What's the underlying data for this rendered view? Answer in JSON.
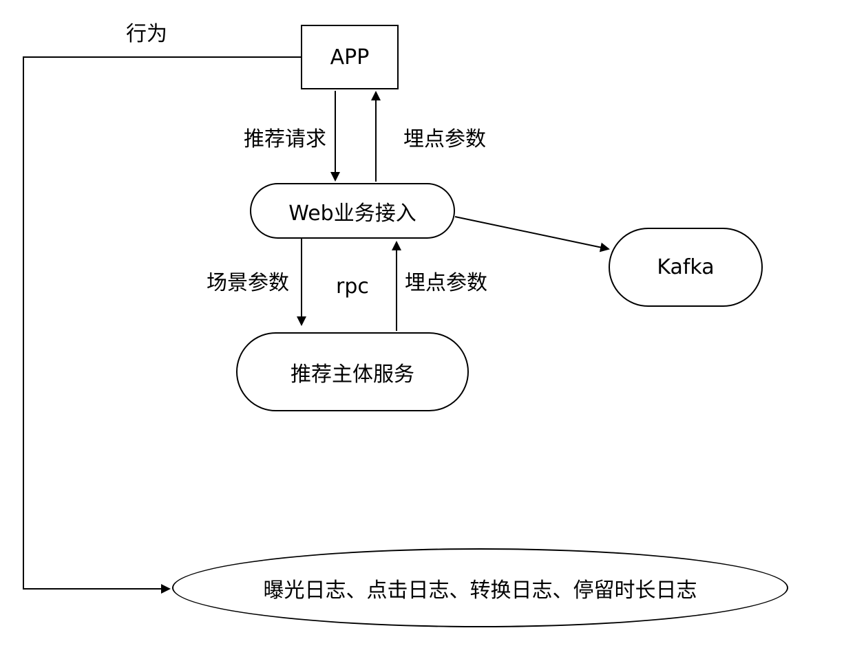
{
  "nodes": {
    "app": "APP",
    "web_access": "Web业务接入",
    "kafka": "Kafka",
    "rec_service": "推荐主体服务",
    "logs": "曝光日志、点击日志、转换日志、停留时长日志"
  },
  "edges": {
    "behavior": "行为",
    "rec_request": "推荐请求",
    "tracking_params_top": "埋点参数",
    "scene_params": "场景参数",
    "rpc": "rpc",
    "tracking_params_bottom": "埋点参数"
  }
}
